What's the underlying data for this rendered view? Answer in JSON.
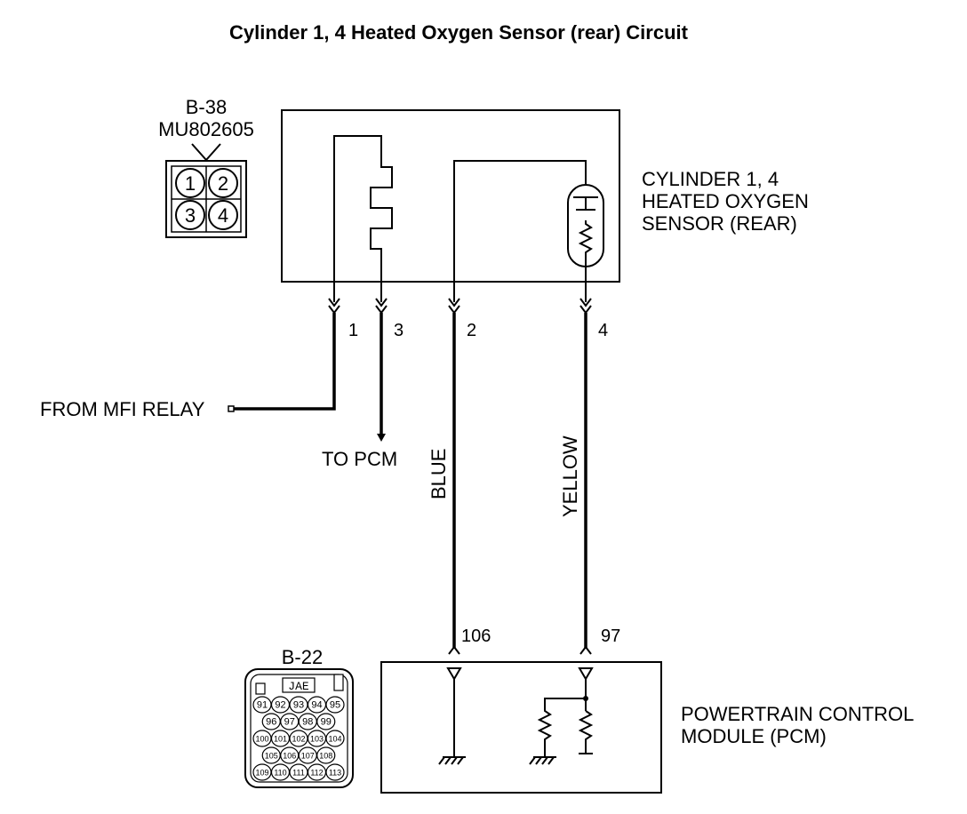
{
  "title": "Cylinder 1, 4 Heated Oxygen Sensor (rear) Circuit",
  "connector_b38": {
    "id": "B-38",
    "part": "MU802605",
    "pins": [
      "1",
      "2",
      "3",
      "4"
    ]
  },
  "sensor": {
    "lines": [
      "CYLINDER 1, 4",
      "HEATED OXYGEN",
      "SENSOR (REAR)"
    ]
  },
  "sensor_pins": {
    "p1": "1",
    "p3": "3",
    "p2": "2",
    "p4": "4"
  },
  "from_relay": "FROM MFI RELAY",
  "to_pcm": "TO PCM",
  "wire_colors": {
    "blue": "BLUE",
    "yellow": "YELLOW"
  },
  "pcm_pins": {
    "p106": "106",
    "p97": "97"
  },
  "pcm": {
    "lines": [
      "POWERTRAIN CONTROL",
      "MODULE (PCM)"
    ]
  },
  "connector_b22": {
    "id": "B-22",
    "brand": "JAE",
    "rows": [
      [
        "91",
        "92",
        "93",
        "94",
        "95"
      ],
      [
        "96",
        "97",
        "98",
        "99"
      ],
      [
        "100",
        "101",
        "102",
        "103",
        "104"
      ],
      [
        "105",
        "106",
        "107",
        "108"
      ],
      [
        "109",
        "110",
        "111",
        "112",
        "113"
      ]
    ]
  }
}
